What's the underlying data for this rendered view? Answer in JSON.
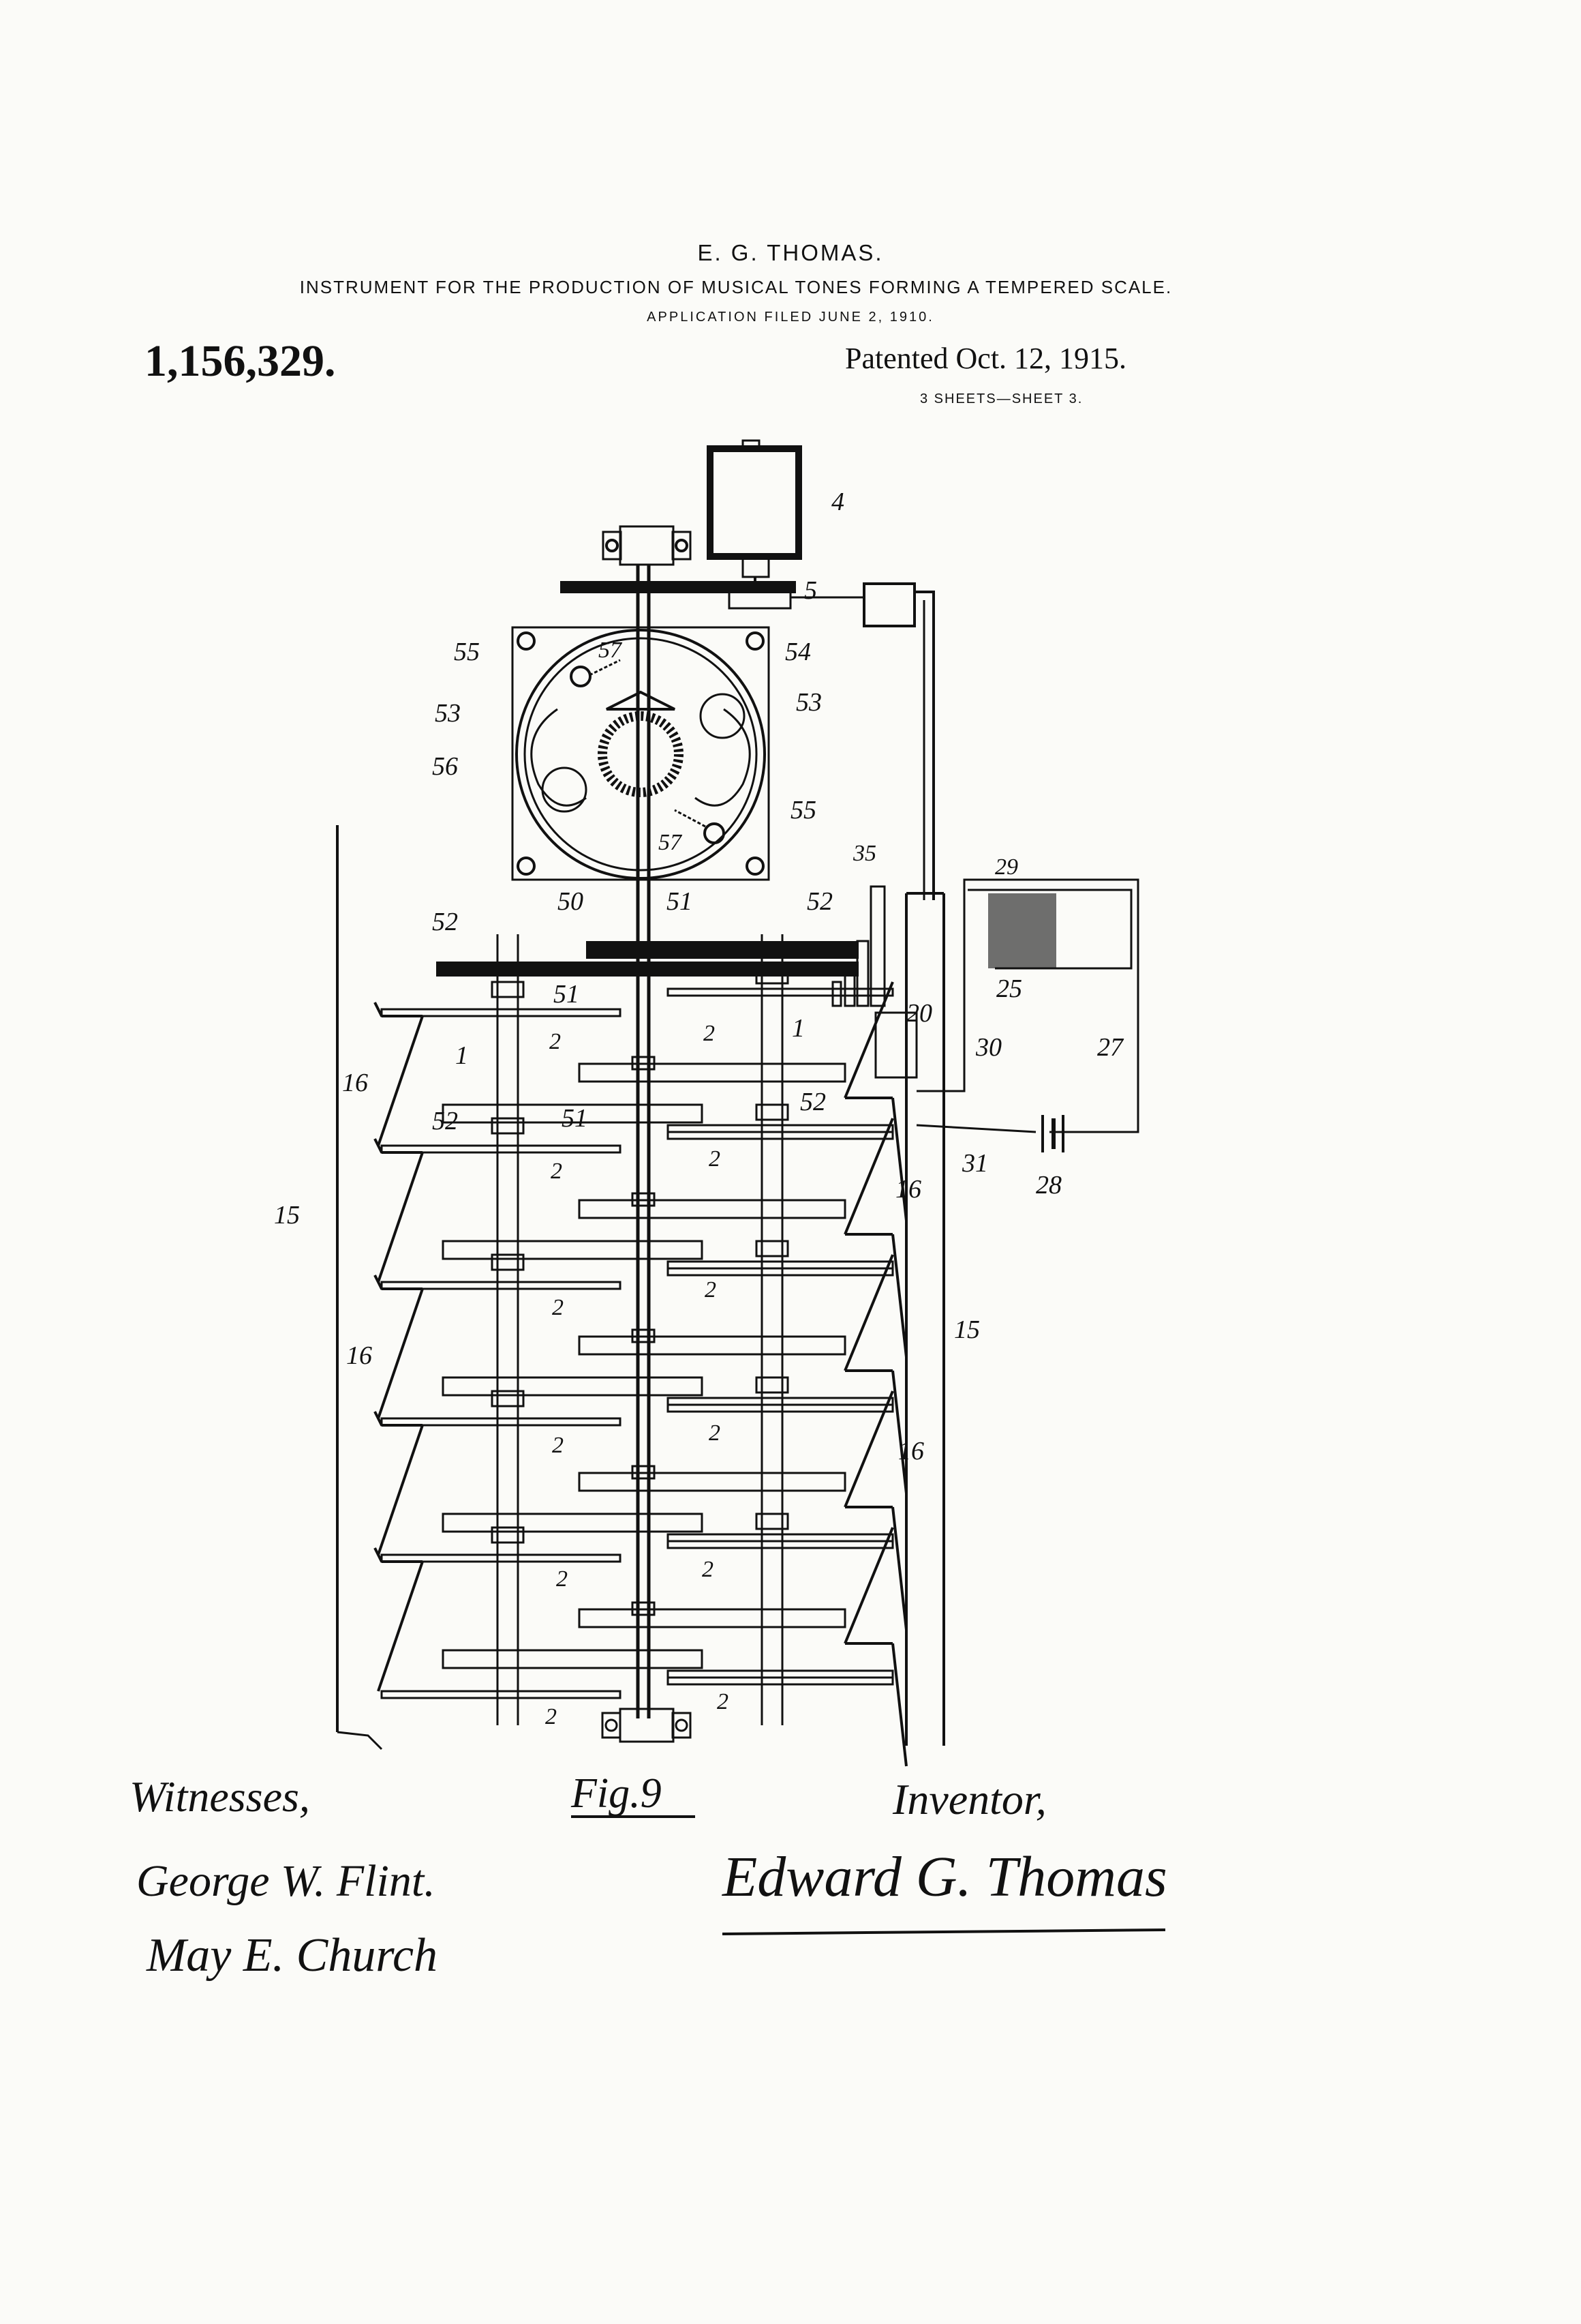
{
  "header": {
    "inventor": "E. G. THOMAS.",
    "title": "INSTRUMENT FOR THE PRODUCTION OF MUSICAL TONES FORMING A TEMPERED SCALE.",
    "application": "APPLICATION FILED JUNE 2, 1910.",
    "patent_number": "1,156,329.",
    "patented": "Patented Oct. 12, 1915.",
    "sheet": "3 SHEETS—SHEET 3."
  },
  "figure": {
    "caption": "Fig.9",
    "reference_numerals": [
      "1",
      "2",
      "4",
      "5",
      "15",
      "16",
      "20",
      "25",
      "27",
      "28",
      "29",
      "30",
      "31",
      "35",
      "50",
      "51",
      "52",
      "53",
      "54",
      "55",
      "56",
      "57"
    ]
  },
  "footer": {
    "witnesses_label": "Witnesses,",
    "witness_1": "George W. Flint.",
    "witness_2": "May E. Church",
    "inventor_label": "Inventor,",
    "inventor_signature": "Edward G. Thomas"
  }
}
